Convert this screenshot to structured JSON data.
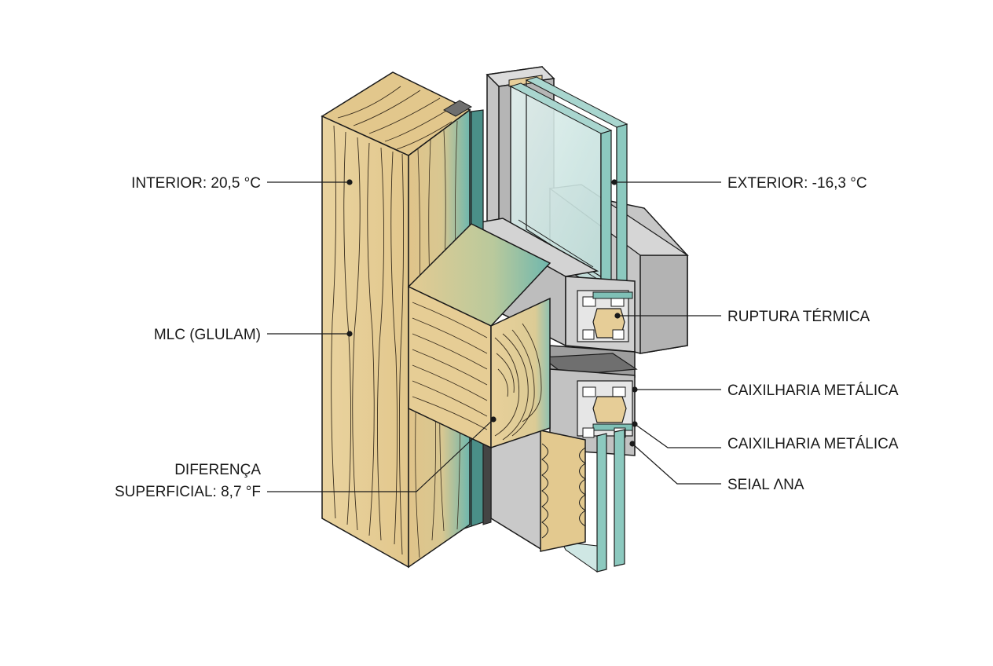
{
  "labels": {
    "interior": "INTERIOR: 20,5 °C",
    "glulam": "MLC (GLULAM)",
    "diff_line1": "DIFERENÇA",
    "diff_line2": "SUPERFICIAL: 8,7 °F",
    "exterior": "EXTERIOR: -16,3 °C",
    "thermal_break": "RUPTURA TÉRMICA",
    "frame_1": "CAIXILHARIA METÁLICA",
    "frame_2": "CAIXILHARIA METÁLICA",
    "seal": "SEIAL ɅNA"
  },
  "colors": {
    "wood": "#e6cd97",
    "wood_dark": "#d9bc80",
    "wood_grain": "#3a2e1e",
    "teal": "#6fb7ae",
    "glass": "#cfe7e4",
    "metal_light": "#d9d9d9",
    "metal": "#bdbdbd",
    "metal_dark": "#8e8e8e",
    "line": "#1a1a1a"
  }
}
